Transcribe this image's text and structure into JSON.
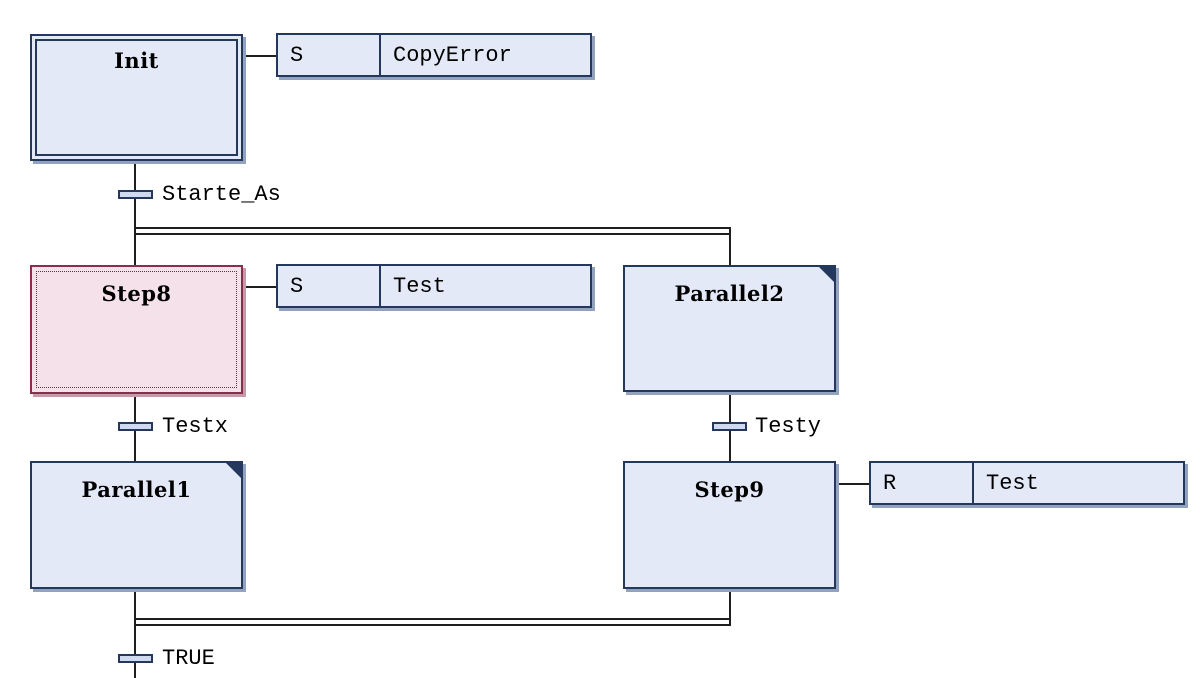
{
  "steps": {
    "init": {
      "name": "Init",
      "initial": true
    },
    "step8": {
      "name": "Step8",
      "selected": true
    },
    "parallel1": {
      "name": "Parallel1"
    },
    "parallel2": {
      "name": "Parallel2"
    },
    "step9": {
      "name": "Step9"
    }
  },
  "actions": {
    "init_action": {
      "qualifier": "S",
      "name": "CopyError"
    },
    "step8_action": {
      "qualifier": "S",
      "name": "Test"
    },
    "step9_action": {
      "qualifier": "R",
      "name": "Test"
    }
  },
  "transitions": {
    "t1": {
      "condition": "Starte_As"
    },
    "t2": {
      "condition": "Testx"
    },
    "t3": {
      "condition": "Testy"
    },
    "t4": {
      "condition": "TRUE"
    }
  },
  "colors": {
    "step_fill": "#e3e9f6",
    "step_border": "#24385e",
    "selected_step_fill": "#f5e1e9",
    "selected_step_border": "#8a2d4e",
    "wire": "#1f1f1f"
  }
}
